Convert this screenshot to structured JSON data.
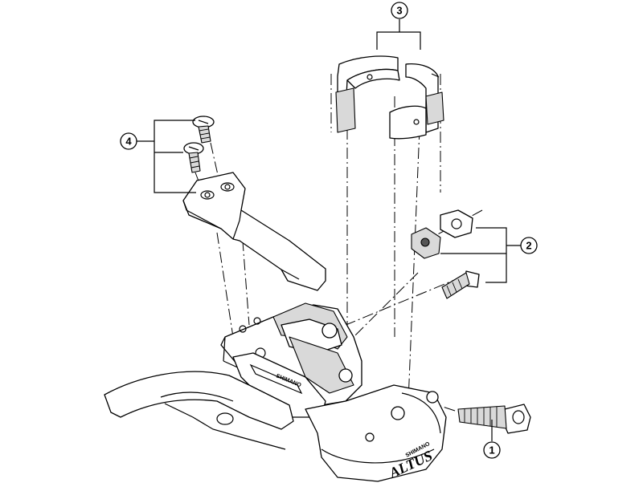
{
  "callouts": [
    {
      "number": "1",
      "part": "clamp-bolt"
    },
    {
      "number": "2",
      "part": "cable-fixing-nut-set"
    },
    {
      "number": "3",
      "part": "band-adapter-set"
    },
    {
      "number": "4",
      "part": "outer-link-and-screws"
    }
  ],
  "brand_marks": {
    "band_label": "SHIMANO",
    "cage_label": "SHIMANO",
    "model_label": "ALTUS"
  }
}
